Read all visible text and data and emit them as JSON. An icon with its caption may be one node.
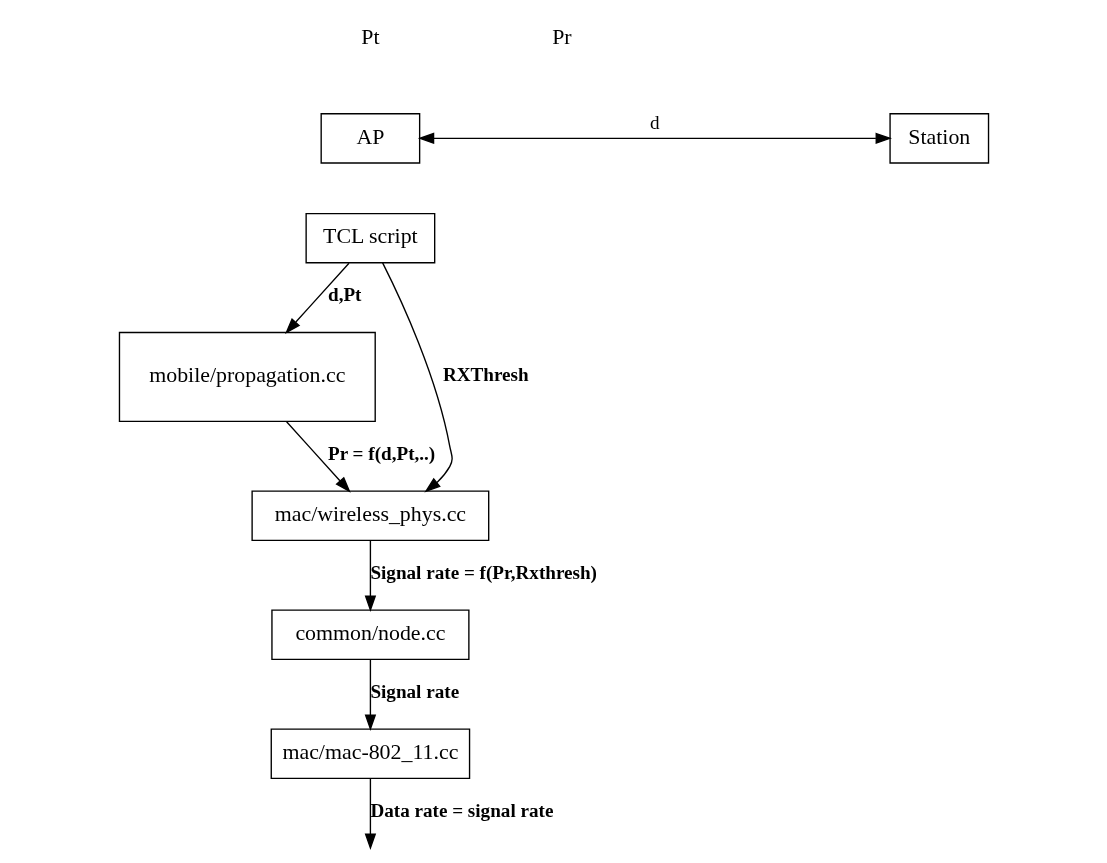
{
  "diagram": {
    "nodes": [
      {
        "text": [
          "AP"
        ]
      },
      {
        "text": [
          "Station"
        ]
      },
      {
        "text": [
          "TCL script"
        ]
      },
      {
        "text": [
          "mobile/propagation.cc"
        ]
      },
      {
        "text": [
          "mac/wireless_phys.cc"
        ]
      },
      {
        "text": [
          "common/node.cc"
        ]
      },
      {
        "text": [
          "mac/mac-802_11.cc"
        ]
      }
    ],
    "edges": [
      {
        "from": 0,
        "to": 1,
        "arrow": "both",
        "label": "d"
      },
      {
        "from": 2,
        "to": 3,
        "arrow": "to",
        "label": "d,Pt"
      },
      {
        "from": 3,
        "to": 4,
        "arrow": "to",
        "label": "Pr = f(d,Pt,..)"
      },
      {
        "from": 2,
        "to": 4,
        "arrow": "to",
        "label": "RXThresh"
      },
      {
        "from": 4,
        "to": 5,
        "arrow": "to",
        "label": "Signal rate = f(Pr,Rxthresh)"
      },
      {
        "from": 5,
        "to": 6,
        "arrow": "to",
        "label": "Signal rate"
      },
      {
        "from": 6,
        "to": null,
        "arrow": "to",
        "label": "Data rate = signal rate"
      }
    ],
    "labels": [
      "Pt",
      "Pr"
    ]
  }
}
